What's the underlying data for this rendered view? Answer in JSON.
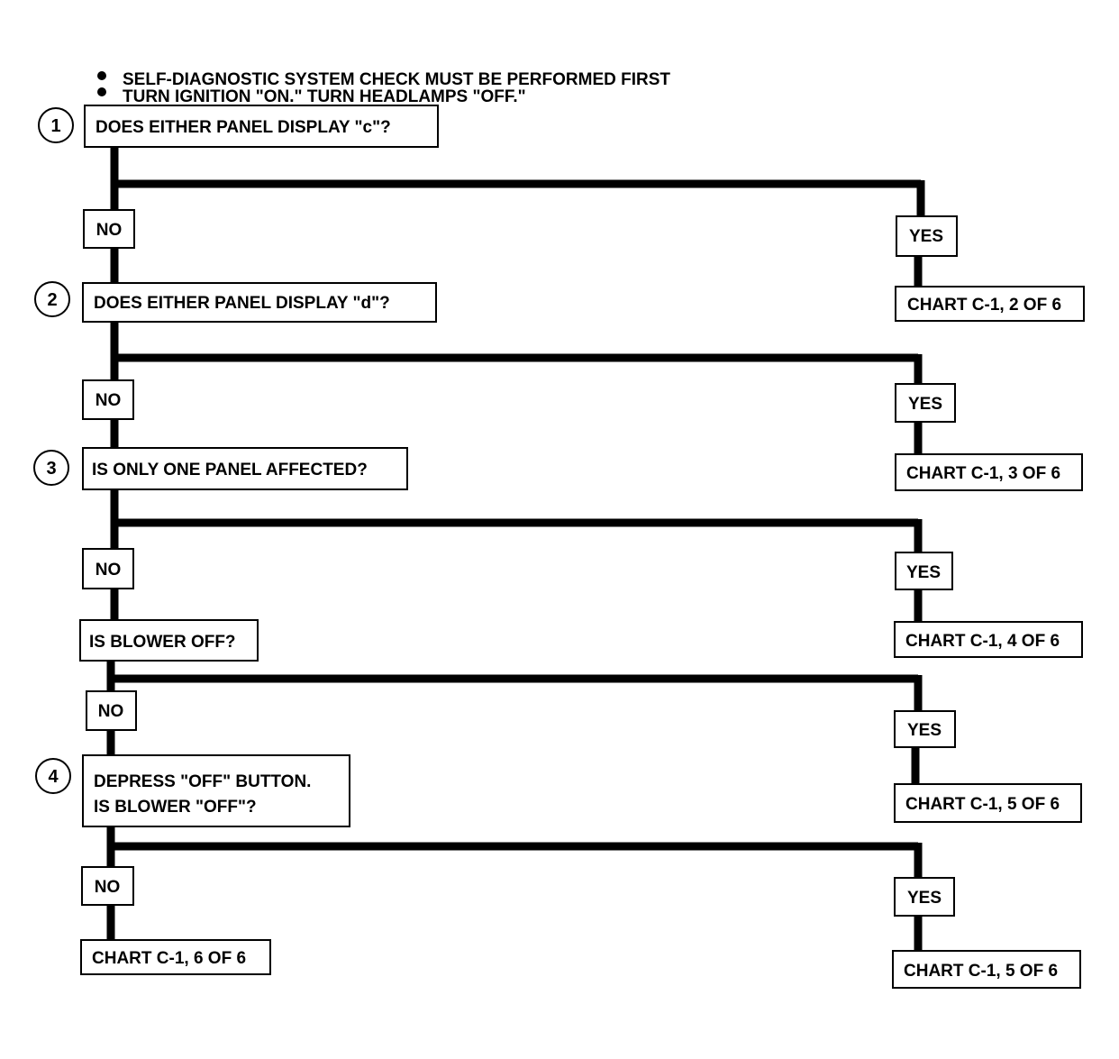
{
  "notes": [
    "SELF-DIAGNOSTIC SYSTEM CHECK MUST BE PERFORMED FIRST",
    "TURN IGNITION \"ON.\"  TURN HEADLAMPS \"OFF.\""
  ],
  "steps": {
    "s1": {
      "num": "1",
      "text": "DOES EITHER PANEL DISPLAY \"c\"?"
    },
    "s2": {
      "num": "2",
      "text": "DOES EITHER PANEL DISPLAY \"d\"?"
    },
    "s3": {
      "num": "3",
      "text": "IS ONLY ONE PANEL AFFECTED?"
    },
    "s3b": {
      "text": "IS BLOWER OFF?"
    },
    "s4": {
      "num": "4",
      "line1": "DEPRESS \"OFF\" BUTTON.",
      "line2": "IS BLOWER \"OFF\"?"
    }
  },
  "labels": {
    "no": "NO",
    "yes": "YES"
  },
  "results": {
    "r1": "CHART C-1, 2 OF 6",
    "r2": "CHART C-1, 3 OF 6",
    "r3": "CHART C-1, 4 OF 6",
    "r4": "CHART C-1, 5 OF 6",
    "r5_no": "CHART C-1, 6 OF 6",
    "r5_yes": "CHART C-1, 5 OF 6"
  }
}
